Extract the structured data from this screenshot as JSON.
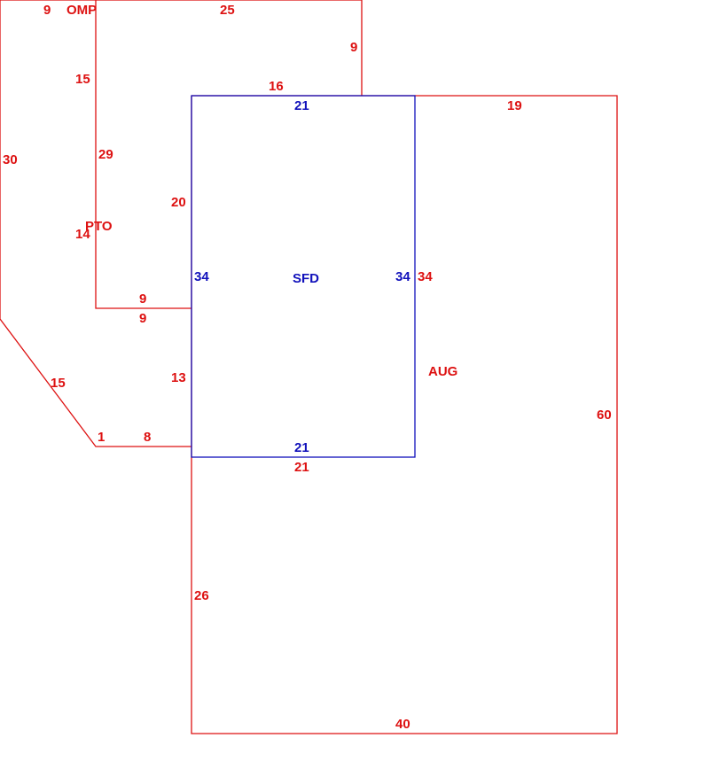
{
  "colors": {
    "outer": "#dd1111",
    "inner": "#1111bb",
    "background": "#ffffff"
  },
  "areas": {
    "omp": "OMP",
    "pto": "PTO",
    "sfd": "SFD",
    "aug": "AUG"
  },
  "dimensions": {
    "omp_left_top": "9",
    "omp_top": "25",
    "omp_right": "9",
    "omp_left": "15",
    "pto_left": "30",
    "pto_right_inner": "29",
    "pto_bottom_edge": "16",
    "pto_right": "20",
    "pto_left_short": "14",
    "pto_bottom_upper": "9",
    "pto_bottom_lower": "9",
    "pto_diag": "15",
    "pto_step": "13",
    "pto_bottom_1": "1",
    "pto_bottom_8": "8",
    "sfd_top": "21",
    "sfd_left": "34",
    "sfd_right": "34",
    "sfd_bottom": "21",
    "aug_top": "19",
    "aug_left_upper": "34",
    "aug_right": "60",
    "aug_mid": "21",
    "aug_left_lower": "26",
    "aug_bottom": "40"
  }
}
